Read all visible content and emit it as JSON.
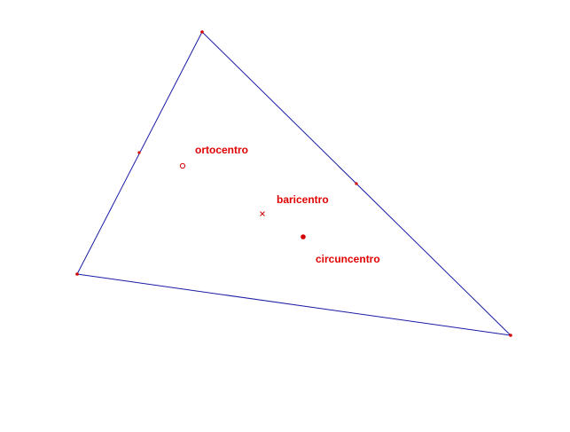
{
  "colors": {
    "side": "#1a1aa6",
    "point": "#d40000",
    "label": "#e00000",
    "background": "#ffffff"
  },
  "labels": {
    "ortocentro": "ortocentro",
    "baricentro": "baricentro",
    "circuncentro": "circuncentro"
  }
}
